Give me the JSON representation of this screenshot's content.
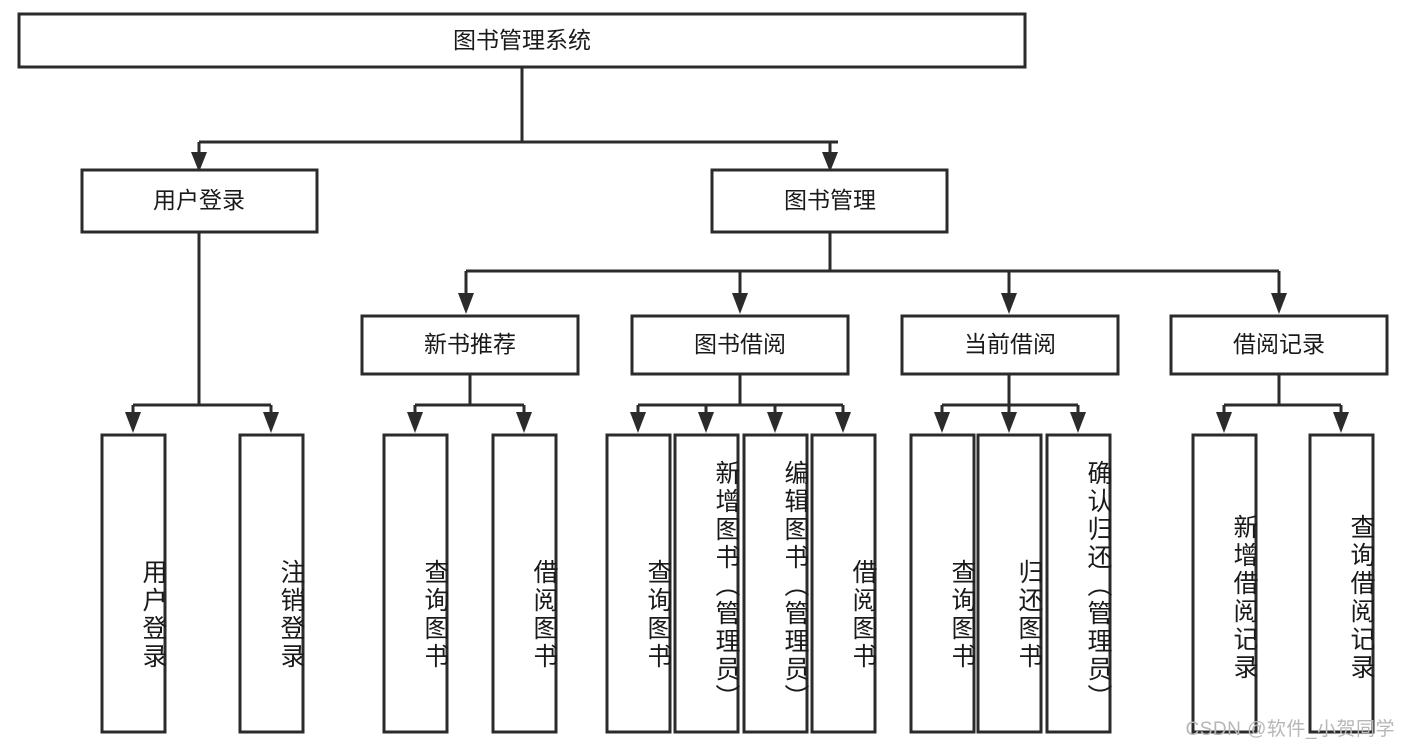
{
  "diagram": {
    "type": "tree-hierarchy",
    "title": "图书管理系统",
    "root": {
      "label": "图书管理系统"
    },
    "level2": [
      {
        "id": "user-login",
        "label": "用户登录"
      },
      {
        "id": "book-manage",
        "label": "图书管理"
      }
    ],
    "level3": [
      {
        "id": "new-book-recommend",
        "label": "新书推荐",
        "parent": "book-manage"
      },
      {
        "id": "book-borrow",
        "label": "图书借阅",
        "parent": "book-manage"
      },
      {
        "id": "current-borrow",
        "label": "当前借阅",
        "parent": "book-manage"
      },
      {
        "id": "borrow-record",
        "label": "借阅记录",
        "parent": "book-manage"
      }
    ],
    "leaves": {
      "user-login": [
        {
          "id": "leaf-user-login",
          "label": "用户登录"
        },
        {
          "id": "leaf-logout",
          "label": "注销登录"
        }
      ],
      "new-book-recommend": [
        {
          "id": "leaf-query-book-1",
          "label": "查询图书"
        },
        {
          "id": "leaf-borrow-book-1",
          "label": "借阅图书"
        }
      ],
      "book-borrow": [
        {
          "id": "leaf-query-book-2",
          "label": "查询图书"
        },
        {
          "id": "leaf-add-book",
          "label": "新增图书（管理员）"
        },
        {
          "id": "leaf-edit-book",
          "label": "编辑图书（管理员）"
        },
        {
          "id": "leaf-borrow-book-2",
          "label": "借阅图书"
        }
      ],
      "current-borrow": [
        {
          "id": "leaf-query-book-3",
          "label": "查询图书"
        },
        {
          "id": "leaf-return-book",
          "label": "归还图书"
        },
        {
          "id": "leaf-confirm-return",
          "label": "确认归还（管理员）"
        }
      ],
      "borrow-record": [
        {
          "id": "leaf-add-record",
          "label": "新增借阅记录"
        },
        {
          "id": "leaf-query-record",
          "label": "查询借阅记录"
        }
      ]
    },
    "colors": {
      "stroke": "#2b2b2b",
      "fill": "#ffffff",
      "text": "#1a1a1a",
      "watermark": "#b7b7b7"
    }
  },
  "watermark": {
    "text": "CSDN @软件_小贺同学"
  }
}
